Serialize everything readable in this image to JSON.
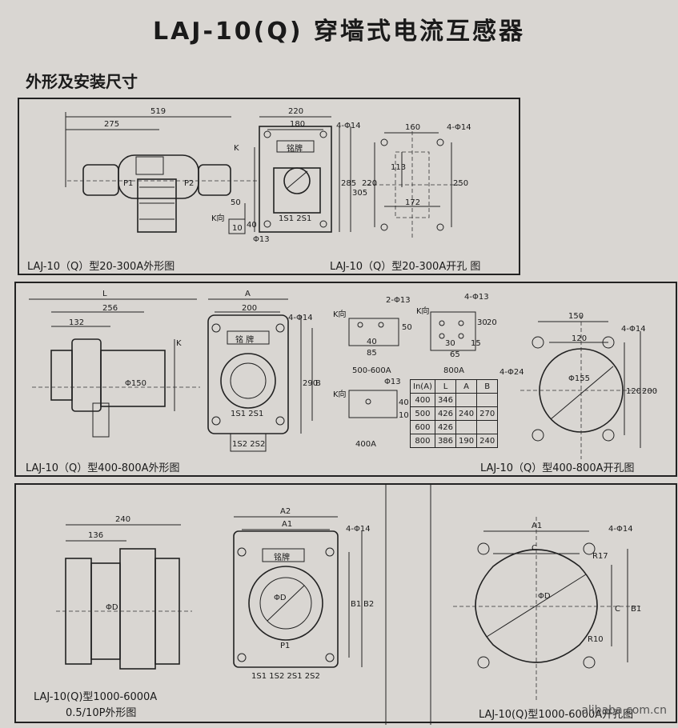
{
  "title": "LAJ-10(Q) 穿墙式电流互感器",
  "subtitle": "外形及安装尺寸",
  "panel1": {
    "caption_left": "LAJ-10（Q）型20-300A外形图",
    "caption_right": "LAJ-10（Q）型20-300A开孔 图",
    "dims": {
      "d519": "519",
      "d275": "275",
      "d220": "220",
      "d180": "180",
      "d4phi14": "4-Φ14",
      "d160": "160",
      "d4phi14b": "4-Φ14",
      "d113": "113",
      "d220b": "220",
      "d250": "250",
      "d172": "172",
      "d285": "285",
      "d305": "305",
      "d50": "50",
      "d40": "40",
      "d10": "10",
      "dphi13": "Φ13",
      "k": "K",
      "kdir": "K向",
      "nameplate": "铭牌",
      "p1": "P1",
      "p2": "P2",
      "s1s2": "1S1 2S1"
    }
  },
  "panel2": {
    "caption_left": "LAJ-10（Q）型400-800A外形图",
    "caption_right": "LAJ-10（Q）型400-800A开孔图",
    "dims": {
      "L": "L",
      "d256": "256",
      "d132": "132",
      "k": "K",
      "dphi150": "Φ150",
      "A": "A",
      "d200": "200",
      "d4phi14": "4-Φ14",
      "d290": "290",
      "B": "B",
      "nameplate": "铭 牌",
      "s1": "1S1 2S1",
      "s2": "1S2 2S2",
      "kdir1": "K向",
      "d2phi13": "2-Φ13",
      "d50": "50",
      "d40": "40",
      "d85": "85",
      "lab500": "500-600A",
      "kdir2": "K向",
      "d4phi13": "4-Φ13",
      "d30": "30",
      "d20": "20",
      "d30b": "30",
      "d15": "15",
      "d65": "65",
      "lab800": "800A",
      "kdir3": "K向",
      "dphi13": "Φ13",
      "d40b": "40",
      "d10": "10",
      "lab400": "400A",
      "d150": "150",
      "d4phi14b": "4-Φ14",
      "d120": "120",
      "dphi155": "Φ155",
      "d120b": "120",
      "d200b": "200",
      "d4phi24": "4-Φ24"
    },
    "table": {
      "headers": [
        "In(A)",
        "L",
        "A",
        "B"
      ],
      "rows": [
        [
          "400",
          "346",
          "",
          ""
        ],
        [
          "500",
          "426",
          "240",
          "270"
        ],
        [
          "600",
          "426",
          "",
          ""
        ],
        [
          "800",
          "386",
          "190",
          "240"
        ]
      ]
    }
  },
  "panel3": {
    "caption_left_1": "LAJ-10(Q)型1000-6000A",
    "caption_left_2": "0.5/10P外形图",
    "caption_right": "LAJ-10(Q)型1000-6000A开孔图",
    "dims": {
      "d240": "240",
      "d136": "136",
      "dphiD": "ΦD",
      "A2": "A2",
      "A1": "A1",
      "d4phi14": "4-Φ14",
      "B1": "B1",
      "B2": "B2",
      "nameplate": "铭牌",
      "p1": "P1",
      "terms": "1S1 1S2 2S1 2S2",
      "A1b": "A1",
      "d4phi14b": "4-Φ14",
      "C": "C",
      "R17": "R17",
      "dphiDb": "ΦD",
      "C2": "C",
      "B1b": "B1",
      "R10": "R10"
    }
  },
  "watermark": "alibaba.com.cn"
}
